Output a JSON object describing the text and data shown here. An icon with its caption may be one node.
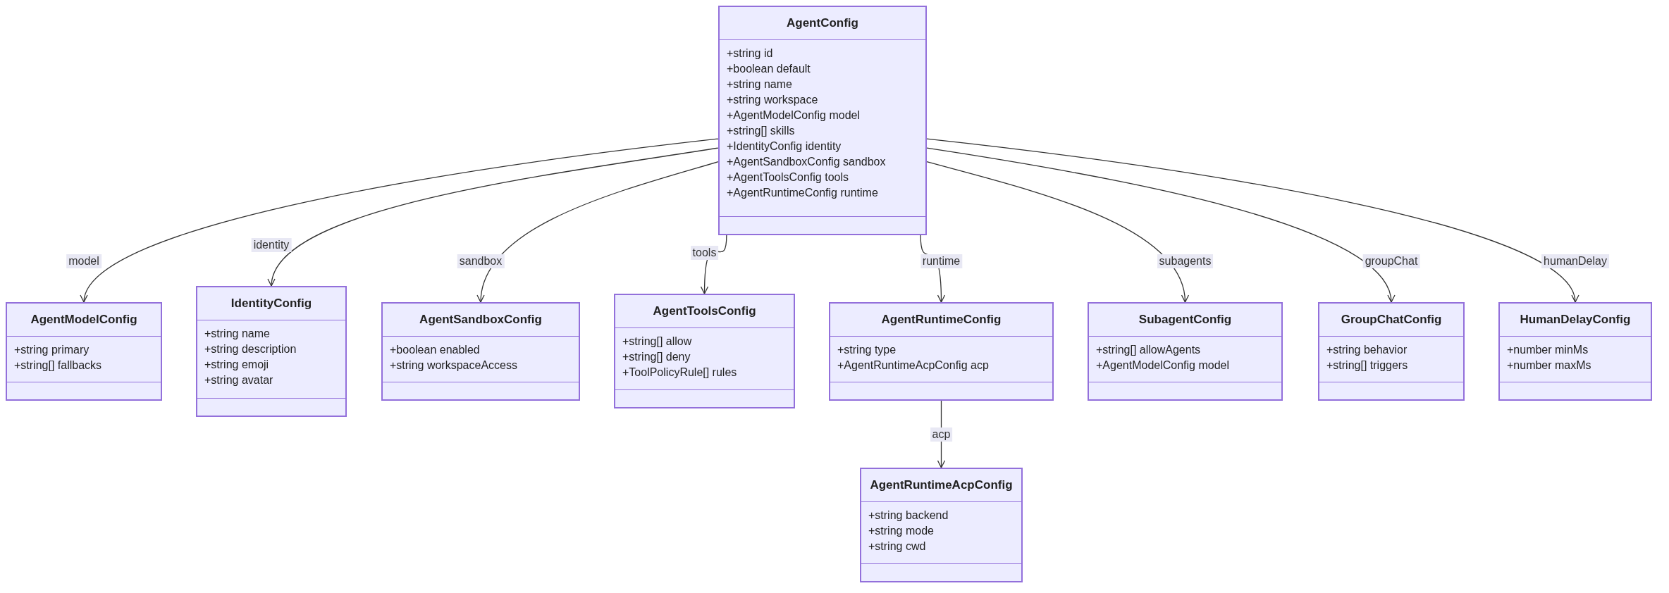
{
  "diagram": {
    "nodes": [
      {
        "text": [
          "AgentConfig",
          "+string id",
          "+boolean default",
          "+string name",
          "+string workspace",
          "+AgentModelConfig model",
          "+string[] skills",
          "+IdentityConfig identity",
          "+AgentSandboxConfig sandbox",
          "+AgentToolsConfig tools",
          "+AgentRuntimeConfig runtime"
        ]
      },
      {
        "text": [
          "AgentModelConfig",
          "+string primary",
          "+string[] fallbacks"
        ]
      },
      {
        "text": [
          "IdentityConfig",
          "+string name",
          "+string description",
          "+string emoji",
          "+string avatar"
        ]
      },
      {
        "text": [
          "AgentSandboxConfig",
          "+boolean enabled",
          "+string workspaceAccess"
        ]
      },
      {
        "text": [
          "AgentToolsConfig",
          "+string[] allow",
          "+string[] deny",
          "+ToolPolicyRule[] rules"
        ]
      },
      {
        "text": [
          "AgentRuntimeConfig",
          "+string type",
          "+AgentRuntimeAcpConfig acp"
        ]
      },
      {
        "text": [
          "SubagentConfig",
          "+string[] allowAgents",
          "+AgentModelConfig model"
        ]
      },
      {
        "text": [
          "GroupChatConfig",
          "+string behavior",
          "+string[] triggers"
        ]
      },
      {
        "text": [
          "HumanDelayConfig",
          "+number minMs",
          "+number maxMs"
        ]
      },
      {
        "text": [
          "AgentRuntimeAcpConfig",
          "+string backend",
          "+string mode",
          "+string cwd"
        ]
      }
    ],
    "edges": [
      {
        "from": 0,
        "to": 1,
        "arrow": "to",
        "label": "model"
      },
      {
        "from": 0,
        "to": 2,
        "arrow": "to",
        "label": "identity"
      },
      {
        "from": 0,
        "to": 3,
        "arrow": "to",
        "label": "sandbox"
      },
      {
        "from": 0,
        "to": 4,
        "arrow": "to",
        "label": "tools"
      },
      {
        "from": 0,
        "to": 5,
        "arrow": "to",
        "label": "runtime"
      },
      {
        "from": 0,
        "to": 6,
        "arrow": "to",
        "label": "subagents"
      },
      {
        "from": 0,
        "to": 7,
        "arrow": "to",
        "label": "groupChat"
      },
      {
        "from": 0,
        "to": 8,
        "arrow": "to",
        "label": "humanDelay"
      },
      {
        "from": 5,
        "to": 9,
        "arrow": "to",
        "label": "acp"
      }
    ]
  }
}
